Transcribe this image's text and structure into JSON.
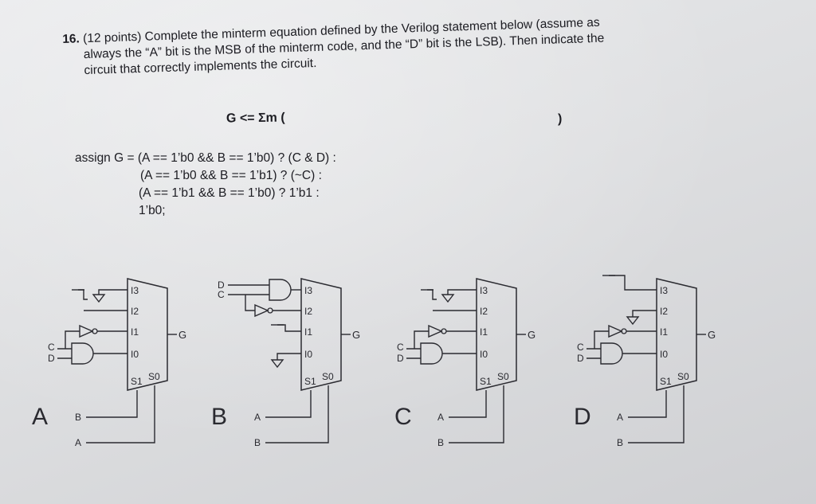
{
  "question": {
    "number": "16.",
    "line1": "(12 points) Complete the minterm equation defined by the Verilog statement below (assume as",
    "line2": "always the “A” bit is the MSB of the minterm code, and the “D” bit is the LSB). Then indicate the",
    "line3": "circuit that correctly implements the circuit."
  },
  "equation": {
    "open": "G <= Σm (",
    "close": ")"
  },
  "code": {
    "line1": "assign G = (A == 1’b0 && B == 1’b0) ? (C & D) :",
    "line2": "(A == 1’b0 && B == 1’b1) ? (~C) :",
    "line3": "(A == 1’b1 && B == 1’b0) ? 1’b1 :",
    "line4": "1’b0;"
  },
  "circuits": [
    {
      "id": "A",
      "inputs": [
        "I3",
        "I2",
        "I1",
        "I0"
      ],
      "select": [
        "S1",
        "S0"
      ],
      "sel_inputs": [
        "B",
        "A"
      ],
      "gate_inputs": [
        "C",
        "D"
      ],
      "output": "G"
    },
    {
      "id": "B",
      "inputs": [
        "I3",
        "I2",
        "I1",
        "I0"
      ],
      "select": [
        "S1",
        "S0"
      ],
      "sel_inputs": [
        "A",
        "B"
      ],
      "gate_inputs": [
        "D",
        "C"
      ],
      "output": "G"
    },
    {
      "id": "C",
      "inputs": [
        "I3",
        "I2",
        "I1",
        "I0"
      ],
      "select": [
        "S1",
        "S0"
      ],
      "sel_inputs": [
        "A",
        "B"
      ],
      "gate_inputs": [
        "C",
        "D"
      ],
      "output": "G"
    },
    {
      "id": "D",
      "inputs": [
        "I3",
        "I2",
        "I1",
        "I0"
      ],
      "select": [
        "S1",
        "S0"
      ],
      "sel_inputs": [
        "A",
        "B"
      ],
      "gate_inputs": [
        "C",
        "D"
      ],
      "output": "G"
    }
  ]
}
